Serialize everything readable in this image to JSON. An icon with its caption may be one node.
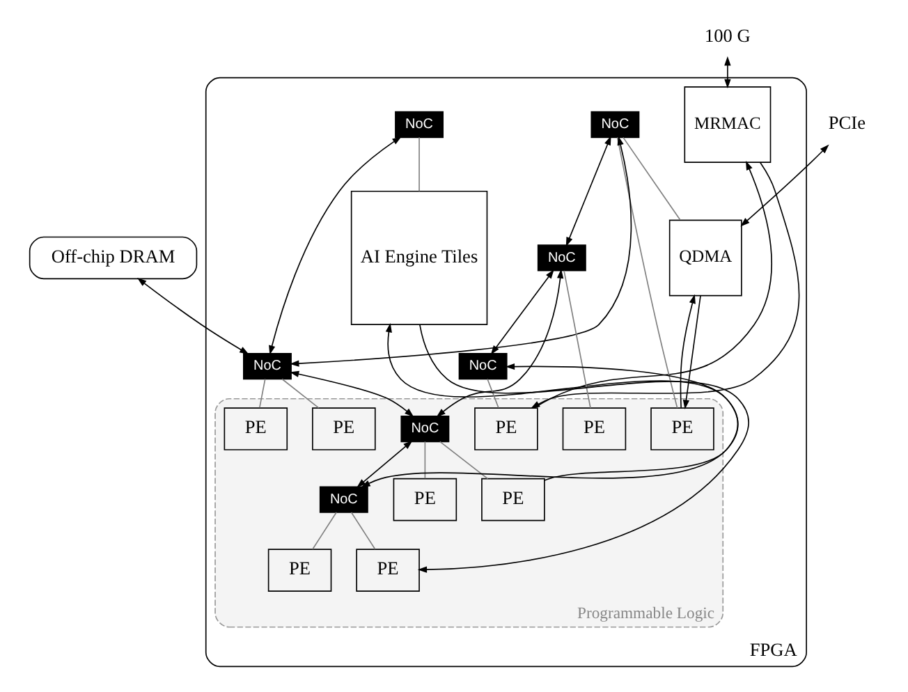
{
  "diagram": {
    "nodes": [
      {
        "text": [
          "Off-chip DRAM"
        ]
      },
      {
        "text": [
          "FPGA"
        ]
      },
      {
        "text": [
          "Programmable Logic"
        ],
        "in": 1
      },
      {
        "text": [
          "PCIe"
        ]
      },
      {
        "text": [
          "100 G"
        ]
      },
      {
        "text": [
          "QDMA"
        ],
        "in": 1
      },
      {
        "text": [
          "MRMAC"
        ],
        "in": 1
      },
      {
        "text": [
          "NoC"
        ],
        "in": 1
      },
      {
        "text": [
          "NoC"
        ],
        "in": 1
      },
      {
        "text": [
          "NoC"
        ],
        "in": 1
      },
      {
        "text": [
          "NoC"
        ],
        "in": 1
      },
      {
        "text": [
          "NoC"
        ],
        "in": 2
      },
      {
        "text": [
          "NoC"
        ],
        "in": 1
      },
      {
        "text": [
          "NoC"
        ],
        "in": 2
      },
      {
        "text": [
          "AI Engine Tiles"
        ],
        "in": 1
      },
      {
        "text": [
          "PE"
        ],
        "in": 2
      },
      {
        "text": [
          "PE"
        ],
        "in": 2
      },
      {
        "text": [
          "PE"
        ],
        "in": 2
      },
      {
        "text": [
          "PE"
        ],
        "in": 2
      },
      {
        "text": [
          "PE"
        ],
        "in": 2
      },
      {
        "text": [
          "PE"
        ],
        "in": 2
      },
      {
        "text": [
          "PE"
        ],
        "in": 2
      },
      {
        "text": [
          "PE"
        ],
        "in": 2
      },
      {
        "text": [
          "PE"
        ],
        "in": 2
      }
    ],
    "edges": [
      {
        "from": 0,
        "to": 8,
        "arrow": "both"
      },
      {
        "from": 3,
        "to": 5,
        "arrow": "both"
      },
      {
        "from": 4,
        "to": 6,
        "arrow": "both"
      },
      {
        "from": 7,
        "to": 8,
        "arrow": "both"
      },
      {
        "from": 8,
        "to": 9,
        "arrow": "both"
      },
      {
        "from": 7,
        "to": 10,
        "arrow": "both"
      },
      {
        "from": 8,
        "to": 11,
        "arrow": "both"
      },
      {
        "from": 10,
        "to": 11,
        "arrow": "both"
      },
      {
        "from": 10,
        "to": 12,
        "arrow": "both"
      },
      {
        "from": 11,
        "to": 13,
        "arrow": "both"
      },
      {
        "from": 12,
        "to": 13,
        "arrow": "both"
      },
      {
        "from": 5,
        "to": 15,
        "arrow": "to"
      },
      {
        "from": 15,
        "to": 5,
        "arrow": "to"
      },
      {
        "from": 6,
        "to": 21,
        "arrow": "to"
      },
      {
        "from": 21,
        "to": 6,
        "arrow": "to"
      },
      {
        "from": 20,
        "to": 14,
        "arrow": "to"
      },
      {
        "from": 14,
        "to": 23,
        "arrow": "to"
      },
      {
        "from": 7,
        "to": 5,
        "arrow": "none",
        "color": "#808080"
      },
      {
        "from": 7,
        "to": 15,
        "arrow": "none",
        "color": "#808080"
      },
      {
        "from": 8,
        "to": 16,
        "arrow": "none",
        "color": "#808080"
      },
      {
        "from": 8,
        "to": 17,
        "arrow": "none",
        "color": "#808080"
      },
      {
        "from": 9,
        "to": 14,
        "arrow": "none",
        "color": "#808080"
      },
      {
        "from": 10,
        "to": 18,
        "arrow": "none",
        "color": "#808080"
      },
      {
        "from": 11,
        "to": 19,
        "arrow": "none",
        "color": "#808080"
      },
      {
        "from": 11,
        "to": 20,
        "arrow": "none",
        "color": "#808080"
      },
      {
        "from": 12,
        "to": 21,
        "arrow": "none",
        "color": "#808080"
      },
      {
        "from": 13,
        "to": 22,
        "arrow": "none",
        "color": "#808080"
      },
      {
        "from": 13,
        "to": 23,
        "arrow": "none",
        "color": "#808080"
      }
    ]
  }
}
